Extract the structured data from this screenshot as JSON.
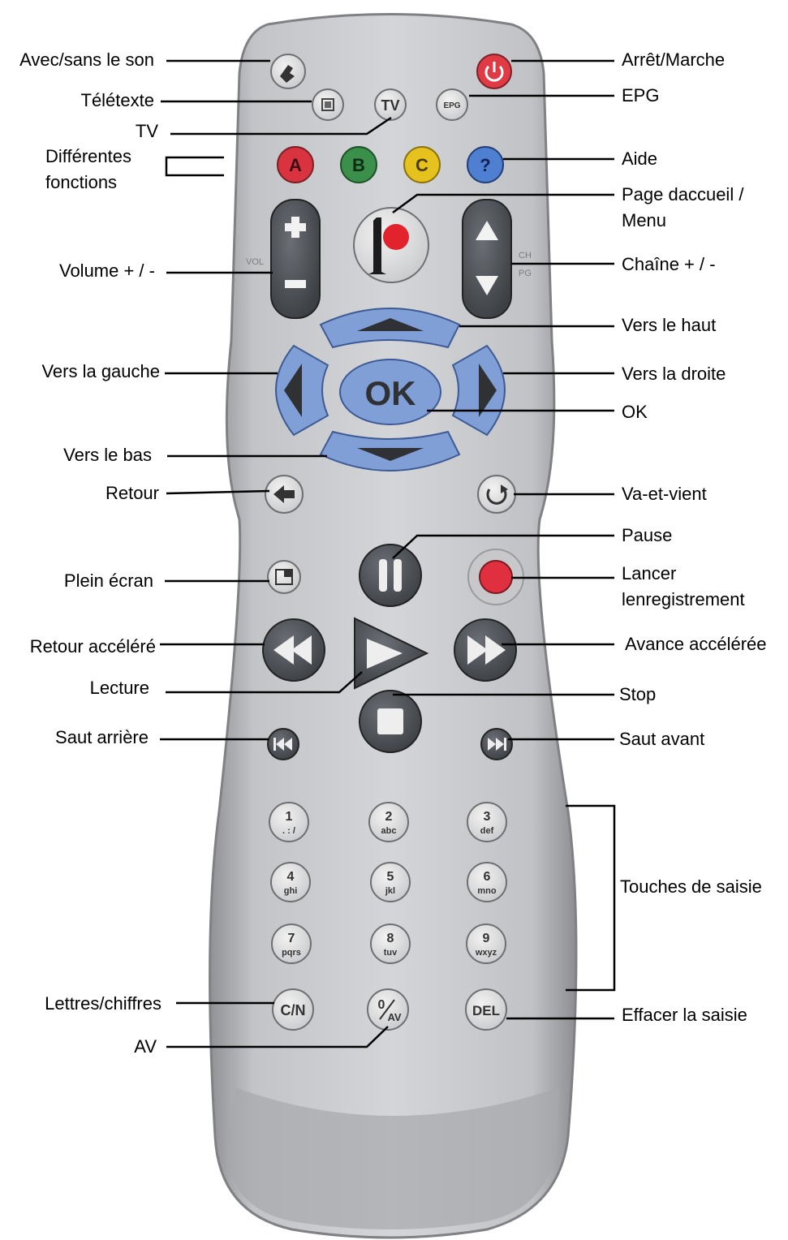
{
  "labels": {
    "mute": "Avec/sans le son",
    "teletext": "Télétexte",
    "tv": "TV",
    "functions_line1": "Différentes",
    "functions_line2": "fonctions",
    "volume": "Volume + / -",
    "left": "Vers la gauche",
    "down": "Vers le bas",
    "back": "Retour",
    "fullscreen": "Plein écran",
    "rewind": "Retour accéléré",
    "play": "Lecture",
    "skip_back": "Saut arrière",
    "letters_digits": "Lettres/chiffres",
    "av": "AV",
    "power": "Arrêt/Marche",
    "epg": "EPG",
    "help": "Aide",
    "home_line1": "Page daccueil /",
    "home_line2": "Menu",
    "channel": "Chaîne + / -",
    "up": "Vers le haut",
    "right": "Vers la droite",
    "ok": "OK",
    "toggle": "Va-et-vient",
    "pause": "Pause",
    "record_line1": "Lancer",
    "record_line2": "lenregistrement",
    "fast_forward": "Avance accélérée",
    "stop": "Stop",
    "skip_forward": "Saut avant",
    "input_keys": "Touches de saisie",
    "delete": "Effacer la saisie"
  },
  "remote": {
    "tv_key": "TV",
    "epg_key": "EPG",
    "key_a": "A",
    "key_b": "B",
    "key_c": "C",
    "key_help": "?",
    "vol_text": "VOL",
    "ch_text": "CH",
    "pg_text": "PG",
    "ok_key": "OK",
    "cn_key": "C/N",
    "del_key": "DEL",
    "av_key_zero": "0",
    "av_key_av": "AV",
    "digits": [
      {
        "num": "1",
        "sub": ". : /"
      },
      {
        "num": "2",
        "sub": "abc"
      },
      {
        "num": "3",
        "sub": "def"
      },
      {
        "num": "4",
        "sub": "ghi"
      },
      {
        "num": "5",
        "sub": "jkl"
      },
      {
        "num": "6",
        "sub": "mno"
      },
      {
        "num": "7",
        "sub": "pqrs"
      },
      {
        "num": "8",
        "sub": "tuv"
      },
      {
        "num": "9",
        "sub": "wxyz"
      }
    ]
  },
  "colors": {
    "body": "#b9bbbe",
    "body_edge": "#8e9094",
    "blue": "#7f9fd6",
    "dark": "#4a4d52",
    "red": "#d8333f",
    "green": "#3a8f4a",
    "yellow": "#e6c21e",
    "help_blue": "#4f7fd0",
    "record_red": "#e03040"
  }
}
